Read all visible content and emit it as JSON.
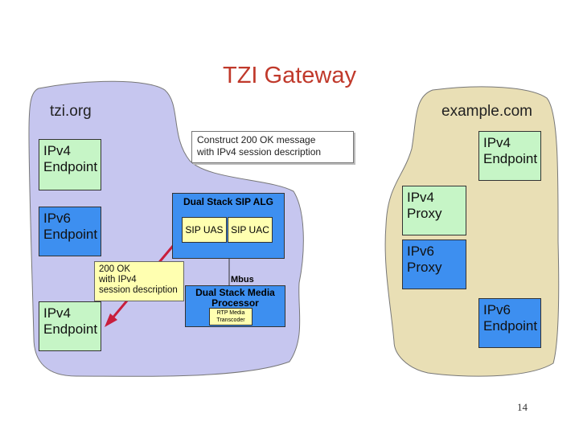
{
  "title": "TZI Gateway",
  "left_domain": {
    "label": "tzi.org",
    "endpoints": [
      "IPv4\nEndpoint",
      "IPv6\nEndpoint",
      "IPv4\nEndpoint"
    ]
  },
  "right_domain": {
    "label": "example.com",
    "endpoint_top": "IPv4\nEndpoint",
    "proxy_v4": "IPv4\nProxy",
    "proxy_v6": "IPv6\nProxy",
    "endpoint_bottom": "IPv6\nEndpoint"
  },
  "note_construct": "Construct 200 OK message\nwith IPv4 session description",
  "note_200ok": "200 OK\nwith IPv4\nsession description",
  "alg": {
    "title": "Dual Stack SIP ALG",
    "uas": "SIP UAS",
    "uac": "SIP UAC"
  },
  "mbus": "Mbus",
  "media_processor": {
    "title": "Dual Stack Media\nProcessor",
    "rtp": "RTP Media\nTranscoder"
  },
  "page_number": "14",
  "colors": {
    "left_cloud": "#c6c6ef",
    "right_cloud": "#e9dfb5",
    "endpoint_v4": "#c6f5c6",
    "endpoint_v6": "#3d8ff0",
    "note_yellow": "#ffffb0",
    "title_red": "#c0392b",
    "arrow": "#c81e3c"
  }
}
